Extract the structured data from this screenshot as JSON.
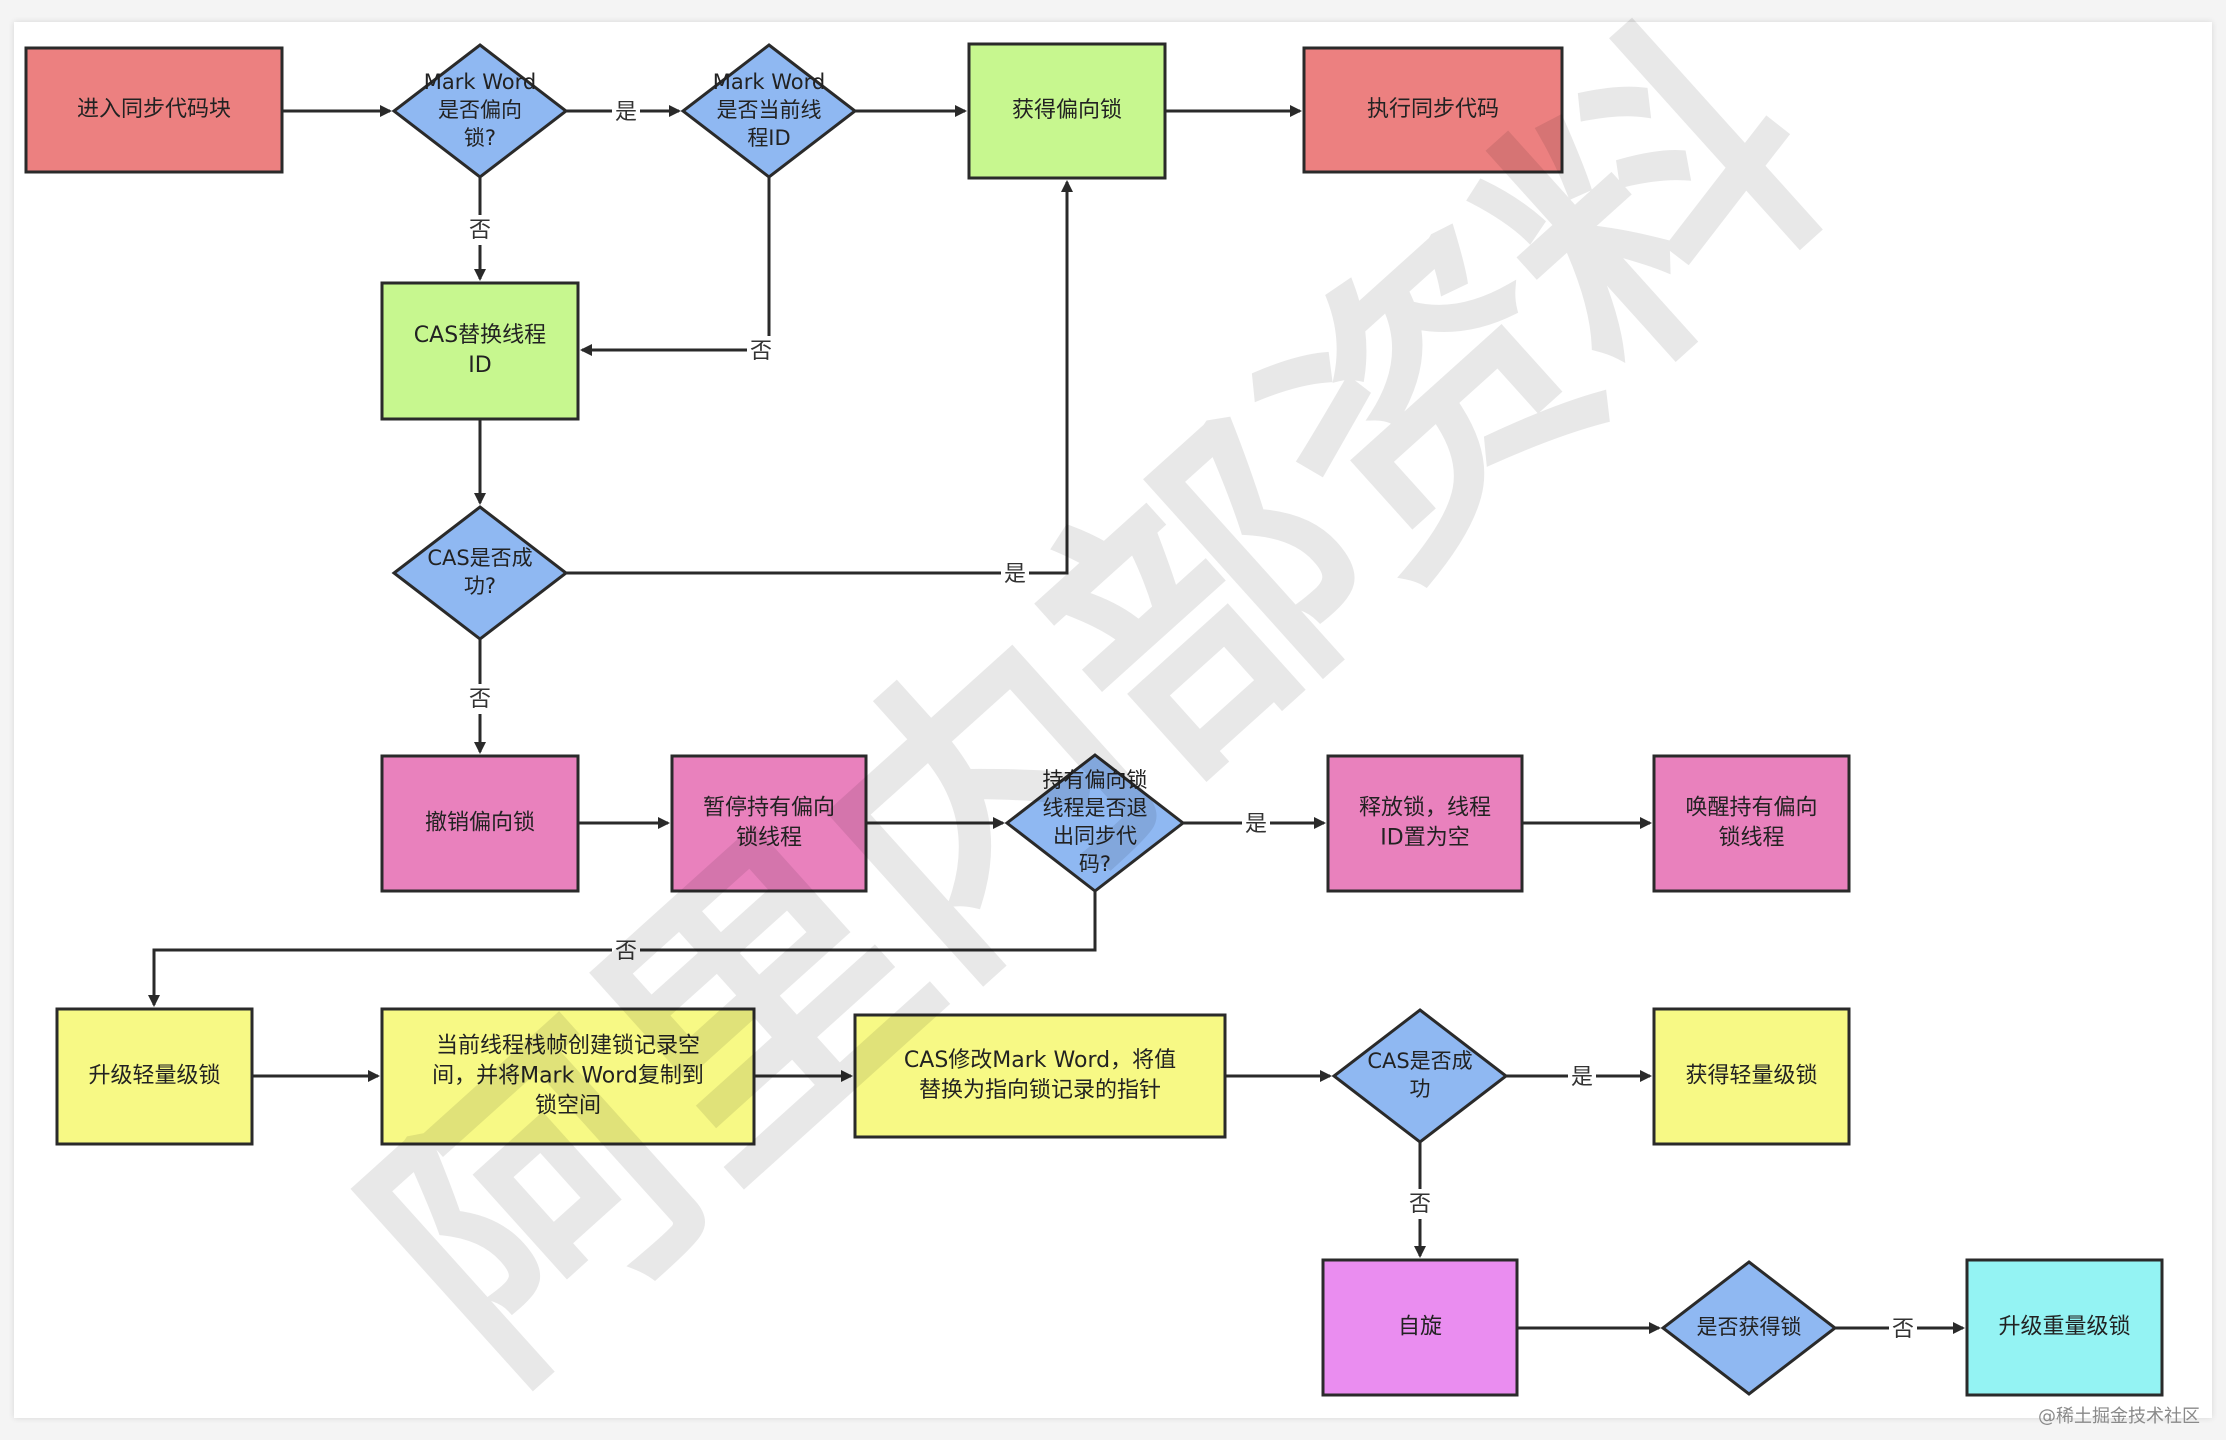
{
  "colors": {
    "red": "#ec8080",
    "pink": "#e981bd",
    "green": "#c7f78f",
    "yellow": "#f7f985",
    "blue": "#8fb8f2",
    "magenta": "#ea8df0",
    "cyan": "#94f3f3",
    "stroke": "#2a2a2a"
  },
  "nodes": {
    "enter_sync": {
      "kind": "box",
      "color": "red",
      "lines": [
        "进入同步代码块"
      ]
    },
    "check_biased": {
      "kind": "diamond",
      "lines": [
        "Mark Word",
        "是否偏向",
        "锁?"
      ]
    },
    "check_thread_id": {
      "kind": "diamond",
      "lines": [
        "Mark Word",
        "是否当前线",
        "程ID"
      ]
    },
    "get_biased": {
      "kind": "box",
      "color": "green",
      "lines": [
        "获得偏向锁"
      ]
    },
    "exec_sync": {
      "kind": "box",
      "color": "red",
      "lines": [
        "执行同步代码"
      ]
    },
    "cas_replace": {
      "kind": "box",
      "color": "green",
      "lines": [
        "CAS替换线程",
        "ID"
      ]
    },
    "cas_success_1": {
      "kind": "diamond",
      "lines": [
        "CAS是否成",
        "功?"
      ]
    },
    "revoke_biased": {
      "kind": "box",
      "color": "pink",
      "lines": [
        "撤销偏向锁"
      ]
    },
    "pause_holder": {
      "kind": "box",
      "color": "pink",
      "lines": [
        "暂停持有偏向",
        "锁线程"
      ]
    },
    "holder_exited": {
      "kind": "diamond",
      "lines": [
        "持有偏向锁",
        "线程是否退",
        "出同步代",
        "码?"
      ]
    },
    "release_lock": {
      "kind": "box",
      "color": "pink",
      "lines": [
        "释放锁，线程",
        "ID置为空"
      ]
    },
    "wake_holder": {
      "kind": "box",
      "color": "pink",
      "lines": [
        "唤醒持有偏向",
        "锁线程"
      ]
    },
    "upgrade_light": {
      "kind": "box",
      "color": "yellow",
      "lines": [
        "升级轻量级锁"
      ]
    },
    "create_record": {
      "kind": "box",
      "color": "yellow",
      "lines": [
        "当前线程栈帧创建锁记录空",
        "间，并将Mark Word复制到",
        "锁空间"
      ]
    },
    "cas_modify": {
      "kind": "box",
      "color": "yellow",
      "lines": [
        "CAS修改Mark Word，将值",
        "替换为指向锁记录的指针"
      ]
    },
    "cas_success_2": {
      "kind": "diamond",
      "lines": [
        "CAS是否成",
        "功"
      ]
    },
    "get_light": {
      "kind": "box",
      "color": "yellow",
      "lines": [
        "获得轻量级锁"
      ]
    },
    "spin": {
      "kind": "box",
      "color": "magenta",
      "lines": [
        "自旋"
      ]
    },
    "got_lock": {
      "kind": "diamond",
      "lines": [
        "是否获得锁"
      ]
    },
    "upgrade_heavy": {
      "kind": "box",
      "color": "cyan",
      "lines": [
        "升级重量级锁"
      ]
    }
  },
  "edges": [
    {
      "from": "enter_sync",
      "to": "check_biased",
      "label": ""
    },
    {
      "from": "check_biased",
      "to": "check_thread_id",
      "label": "是"
    },
    {
      "from": "check_thread_id",
      "to": "get_biased",
      "label": ""
    },
    {
      "from": "get_biased",
      "to": "exec_sync",
      "label": ""
    },
    {
      "from": "check_biased",
      "to": "cas_replace",
      "label": "否"
    },
    {
      "from": "check_thread_id",
      "to": "cas_replace",
      "label": "否"
    },
    {
      "from": "cas_replace",
      "to": "cas_success_1",
      "label": ""
    },
    {
      "from": "cas_success_1",
      "to": "get_biased",
      "label": "是"
    },
    {
      "from": "cas_success_1",
      "to": "revoke_biased",
      "label": "否"
    },
    {
      "from": "revoke_biased",
      "to": "pause_holder",
      "label": ""
    },
    {
      "from": "pause_holder",
      "to": "holder_exited",
      "label": ""
    },
    {
      "from": "holder_exited",
      "to": "release_lock",
      "label": "是"
    },
    {
      "from": "release_lock",
      "to": "wake_holder",
      "label": ""
    },
    {
      "from": "holder_exited",
      "to": "upgrade_light",
      "label": "否"
    },
    {
      "from": "upgrade_light",
      "to": "create_record",
      "label": ""
    },
    {
      "from": "create_record",
      "to": "cas_modify",
      "label": ""
    },
    {
      "from": "cas_modify",
      "to": "cas_success_2",
      "label": ""
    },
    {
      "from": "cas_success_2",
      "to": "get_light",
      "label": "是"
    },
    {
      "from": "cas_success_2",
      "to": "spin",
      "label": "否"
    },
    {
      "from": "spin",
      "to": "got_lock",
      "label": ""
    },
    {
      "from": "got_lock",
      "to": "upgrade_heavy",
      "label": "否"
    }
  ],
  "watermark": {
    "text": "阿里内部资料"
  },
  "credit": "@稀土掘金技术社区"
}
